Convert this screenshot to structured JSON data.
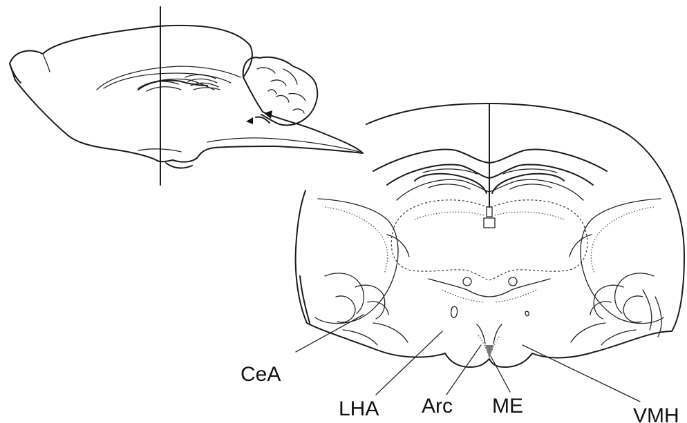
{
  "labels": {
    "cea": "CeA",
    "lha": "LHA",
    "arc": "Arc",
    "me": "ME",
    "vmh": "VMH"
  }
}
